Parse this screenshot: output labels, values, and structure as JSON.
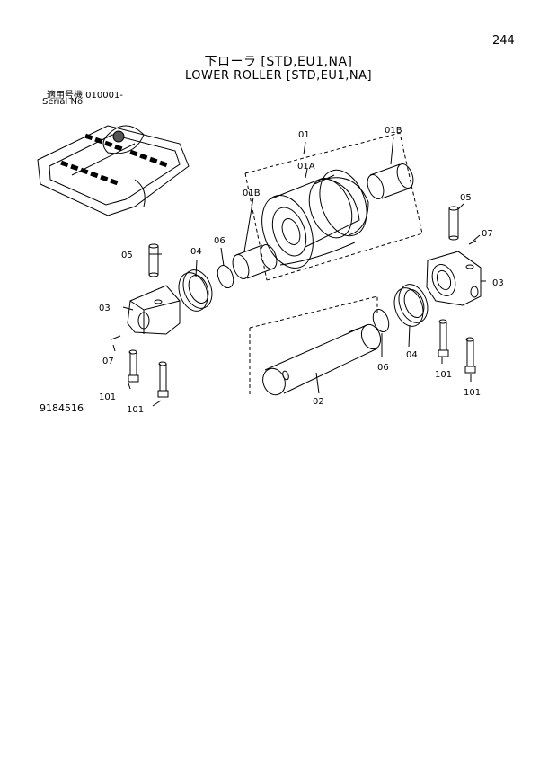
{
  "page_number": "244",
  "title_jp": "下ローラ [STD,EU1,NA]",
  "title_en": "LOWER ROLLER [STD,EU1,NA]",
  "serial_label_jp": "適用号機  010001-",
  "serial_label_en": "Serial No.",
  "figure_code": "9184516",
  "callouts": {
    "c01": "01",
    "c01A": "01A",
    "c01B_top": "01B",
    "c01B_left": "01B",
    "c02": "02",
    "c03_left": "03",
    "c03_right": "03",
    "c04_left": "04",
    "c04_right": "04",
    "c05_left": "05",
    "c05_right": "05",
    "c06_left": "06",
    "c06_right": "06",
    "c07_left": "07",
    "c07_right": "07",
    "c101_a": "101",
    "c101_b": "101",
    "c101_c": "101",
    "c101_d": "101"
  }
}
